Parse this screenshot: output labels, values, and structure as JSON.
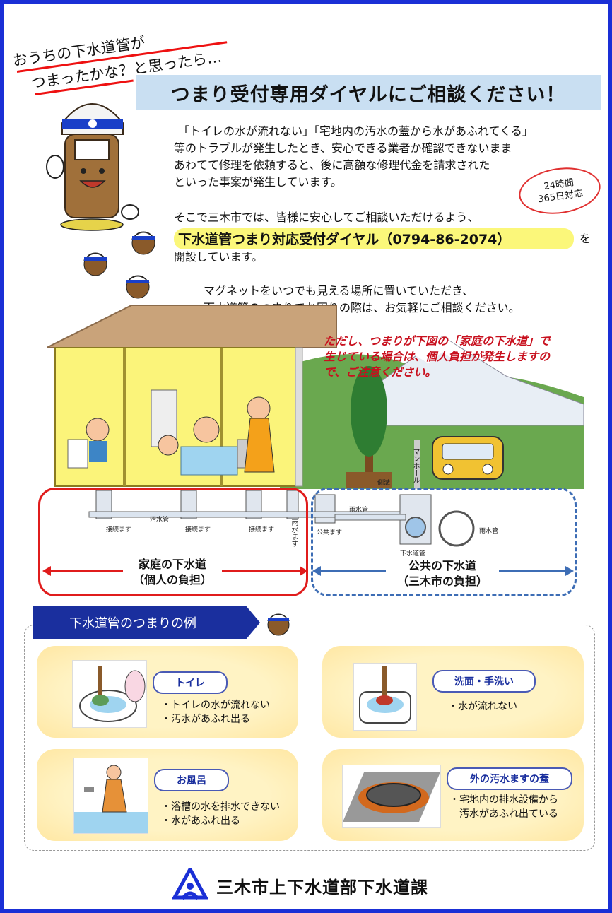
{
  "header": {
    "catch_line1": "おうちの下水道管が",
    "catch_line2": "つまったかな？と思ったら…",
    "title": "つまり受付専用ダイヤルにご相談ください！"
  },
  "intro": {
    "lines": [
      "「トイレの水が流れない」「宅地内の汚水の蓋から水があふれてくる」",
      "等のトラブルが発生したとき、安心できる業者か確認できないまま",
      "あわてて修理を依頼すると、後に高額な修理代金を請求された",
      "といった事案が発生しています。"
    ]
  },
  "badge": {
    "line1": "24時間",
    "line2": "365日対応"
  },
  "service": {
    "lead": "そこで三木市では、皆様に安心してご相談いただけるよう、",
    "highlight": "下水道管つまり対応受付ダイヤル（0794-86-2074）",
    "particle": "を",
    "tail": "開設しています。"
  },
  "magnet": {
    "line1": "マグネットをいつでも見える場所に置いていただき、",
    "line2": "下水道管のつまりでお困りの際は、お気軽にご相談ください。"
  },
  "warning": {
    "line1": "ただし、つまりが下図の「家庭の下水道」で",
    "line2": "生じている場合は、個人負担が発生しますの",
    "line3": "で、ご注意ください。"
  },
  "diagram": {
    "label_manhole": "マンホール",
    "label_gutter": "側溝",
    "label_sewage_pipe": "汚水管",
    "label_joint_box_1": "接続ます",
    "label_joint_box_2": "接続ます",
    "label_joint_box_3": "接続ます",
    "label_rain_box": "雨水ます",
    "label_rain_pipe_1": "雨水管",
    "label_rain_pipe_2": "雨水管",
    "label_public_box": "公共ます",
    "label_sewer_main": "下水道管",
    "home_zone_title": "家庭の下水道",
    "home_zone_sub": "（個人の負担）",
    "public_zone_title": "公共の下水道",
    "public_zone_sub": "（三木市の負担）",
    "colors": {
      "home": "#e01c1c",
      "public": "#3d6db5"
    }
  },
  "examples": {
    "header": "下水道管のつまりの例",
    "cards": [
      {
        "title": "トイレ",
        "bullets": [
          "・トイレの水が流れない",
          "・汚水があふれ出る"
        ]
      },
      {
        "title": "洗面・手洗い",
        "bullets": [
          "・水が流れない"
        ]
      },
      {
        "title": "お風呂",
        "bullets": [
          "・浴槽の水を排水できない",
          "・水があふれ出る"
        ]
      },
      {
        "title": "外の汚水ますの蓋",
        "bullets": [
          "・宅地内の排水設備から",
          "　汚水があふれ出ている"
        ]
      }
    ]
  },
  "footer": {
    "department": "三木市上下水道部下水道課"
  },
  "theme": {
    "border": "#1a2fd6",
    "title_bg": "#c9dff2",
    "highlight": "#fbf77a",
    "header_bg": "#1a2f9e"
  }
}
